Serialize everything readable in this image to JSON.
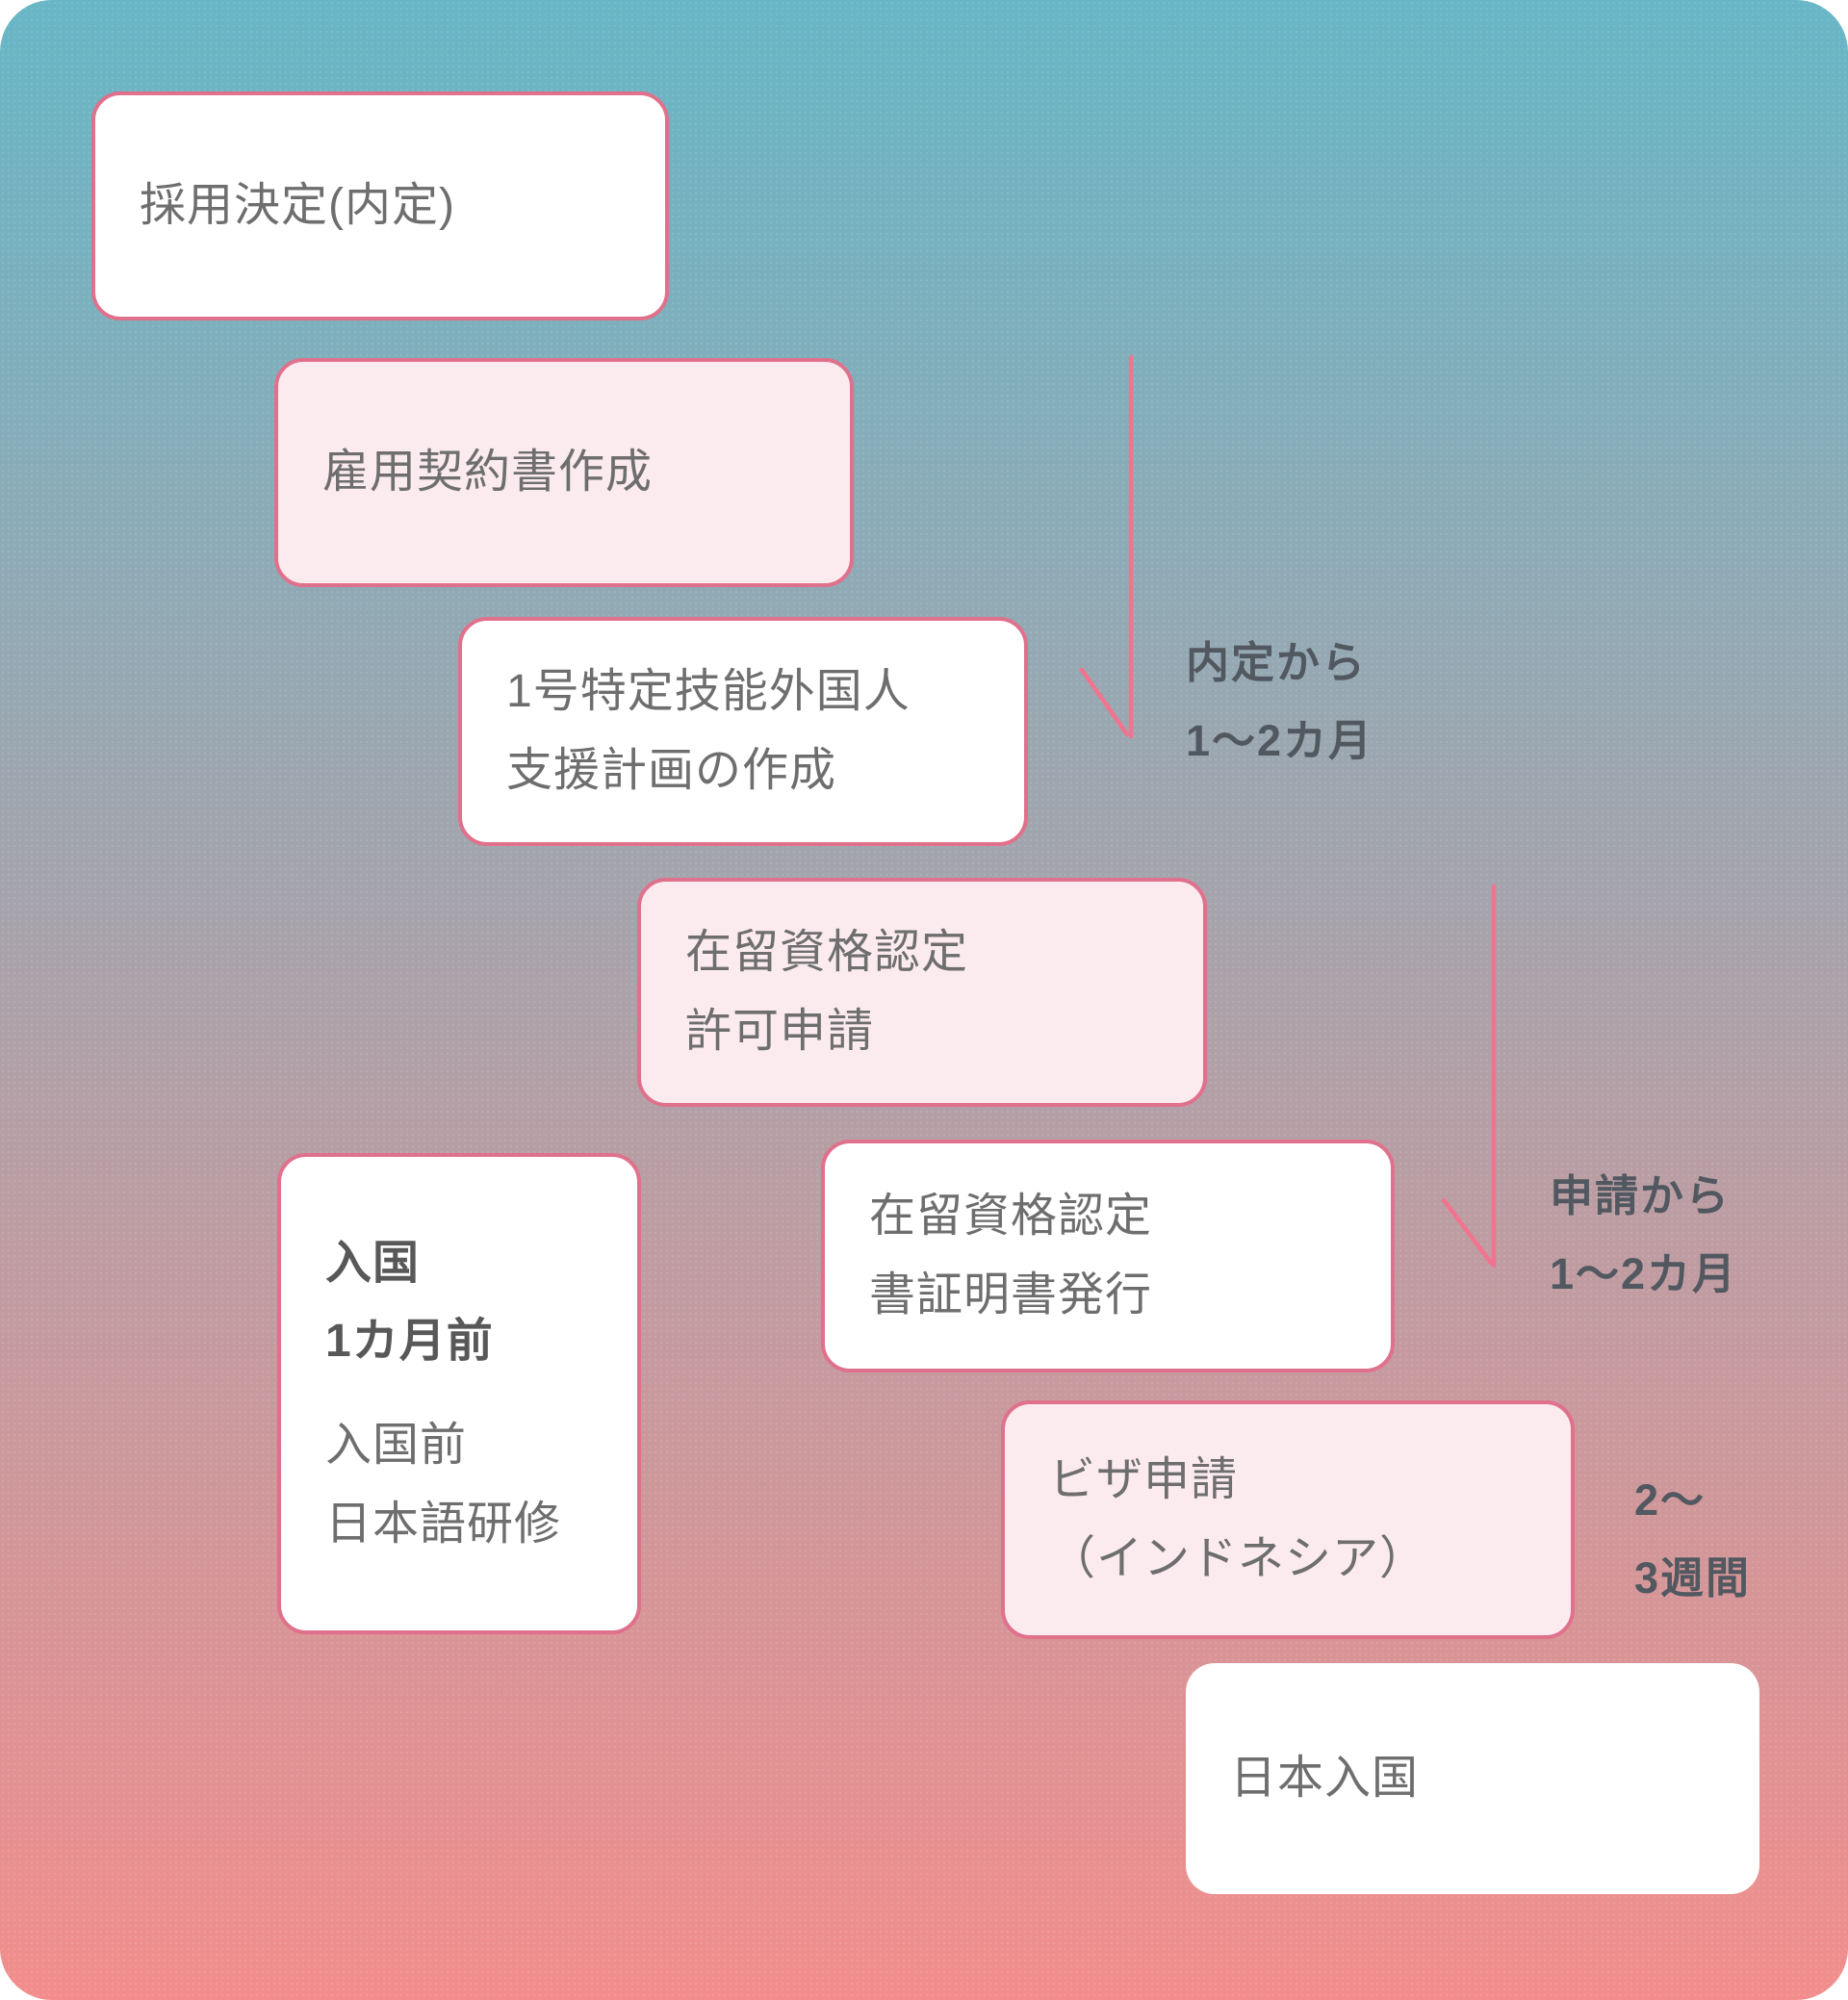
{
  "theme": {
    "background_top": "#67b6c6",
    "background_bottom": "#f28d8c",
    "box_border": "#e0718c",
    "pink_box_fill": "#fbebef",
    "white_box_fill": "#ffffff",
    "box_text_color": "#6e6e6e",
    "annotation_text_color": "#525860",
    "arrow_color": "#f2738e"
  },
  "steps": [
    {
      "variant": "white",
      "lines": [
        "採用決定(内定)"
      ]
    },
    {
      "variant": "pink",
      "lines": [
        "雇用契約書作成"
      ]
    },
    {
      "variant": "white",
      "lines": [
        "1号特定技能外国人",
        "支援計画の作成"
      ]
    },
    {
      "variant": "pink",
      "lines": [
        "在留資格認定",
        "許可申請"
      ]
    },
    {
      "variant": "white",
      "lines": [
        "在留資格認定",
        "書証明書発行"
      ]
    },
    {
      "variant": "white",
      "heading_lines": [
        "入国",
        "1カ月前"
      ],
      "lines": [
        "入国前",
        "日本語研修"
      ]
    },
    {
      "variant": "pink",
      "lines": [
        "ビザ申請",
        "（インドネシア）"
      ]
    },
    {
      "variant": "plain",
      "lines": [
        "日本入国"
      ]
    }
  ],
  "annotations": [
    {
      "lines": [
        "内定から",
        "1〜2カ月"
      ]
    },
    {
      "lines": [
        "申請から",
        "1〜2カ月"
      ]
    },
    {
      "lines": [
        "2〜",
        "3週間"
      ]
    }
  ]
}
